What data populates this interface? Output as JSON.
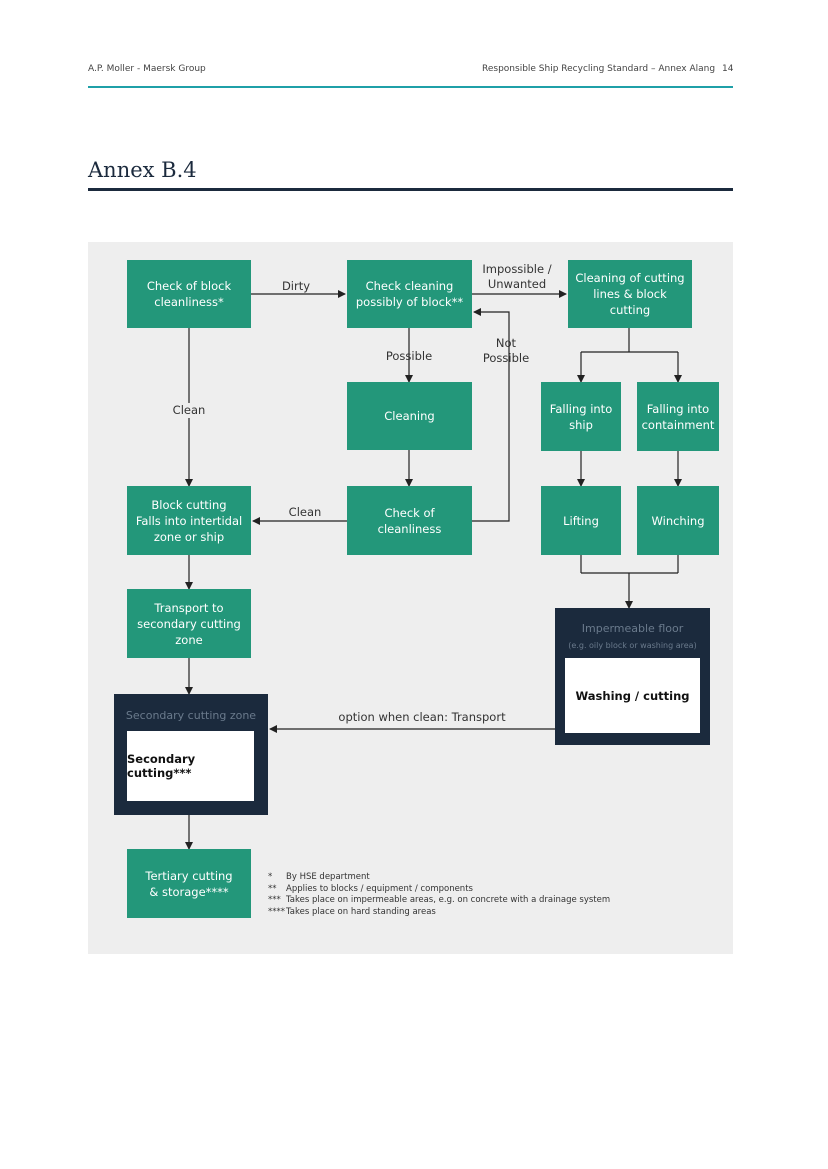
{
  "header": {
    "left": "A.P. Moller - Maersk Group",
    "right": "Responsible Ship Recycling Standard – Annex Alang",
    "page_number": "14"
  },
  "title": "Annex B.4",
  "flow": {
    "check_block": "Check of block\ncleanliness*",
    "check_cleaning": "Check cleaning\npossibly of block**",
    "cleaning_cutting": "Cleaning of cutting\nlines & block cutting",
    "cleaning": "Cleaning",
    "falling_ship": "Falling into\nship",
    "falling_containment": "Falling into\ncontainment",
    "block_cutting": "Block cutting\nFalls into intertidal\nzone or ship",
    "check_clean2": "Check of cleanliness",
    "lifting": "Lifting",
    "winching": "Winching",
    "transport": "Transport to\nsecondary cutting\nzone",
    "impermeable_caption": "Impermeable floor",
    "impermeable_sub": "(e.g. oily block or washing area)",
    "washing": "Washing / cutting",
    "secondary_zone_caption": "Secondary cutting zone",
    "secondary_cutting": "Secondary cutting***",
    "tertiary": "Tertiary cutting\n& storage****"
  },
  "labels": {
    "dirty": "Dirty",
    "impossible": "Impossible /\nUnwanted",
    "possible": "Possible",
    "not_possible": "Not\nPossible",
    "clean_left": "Clean",
    "clean_mid": "Clean",
    "option": "option when clean: Transport"
  },
  "footnotes": [
    {
      "mark": "*",
      "text": "By HSE department"
    },
    {
      "mark": "**",
      "text": "Applies to blocks / equipment / components"
    },
    {
      "mark": "***",
      "text": "Takes place on impermeable areas, e.g. on concrete with a drainage system"
    },
    {
      "mark": "****",
      "text": "Takes place on hard standing areas"
    }
  ],
  "colors": {
    "green": "#23977a",
    "dark": "#1b2a3d",
    "teal_rule": "#1fa0a8"
  }
}
